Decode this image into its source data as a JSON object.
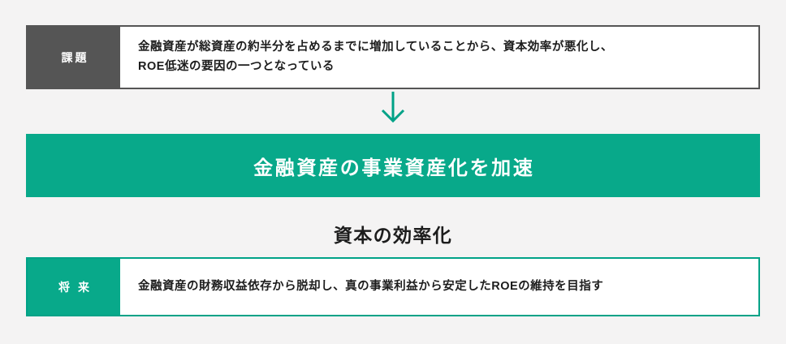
{
  "theme": {
    "background": "#f4f3f3",
    "accent_green": "#08a98a",
    "accent_green_border": "#00a287",
    "dark_gray": "#555555",
    "text_color": "#1d1d1d",
    "white": "#ffffff"
  },
  "issue": {
    "label": "課題",
    "lines": [
      "金融資産が総資産の約半分を占めるまでに増加していることから、資本効率が悪化し、",
      "ROE低迷の要因の一つとなっている"
    ]
  },
  "arrow": {
    "icon": "arrow-down-icon",
    "direction": "down",
    "color": "#00a287"
  },
  "banner": {
    "text": "金融資産の事業資産化を加速"
  },
  "heading": {
    "text": "資本の効率化"
  },
  "future": {
    "label": "将 来",
    "lines": [
      "金融資産の財務収益依存から脱却し、真の事業利益から安定したROEの維持を目指す"
    ]
  }
}
